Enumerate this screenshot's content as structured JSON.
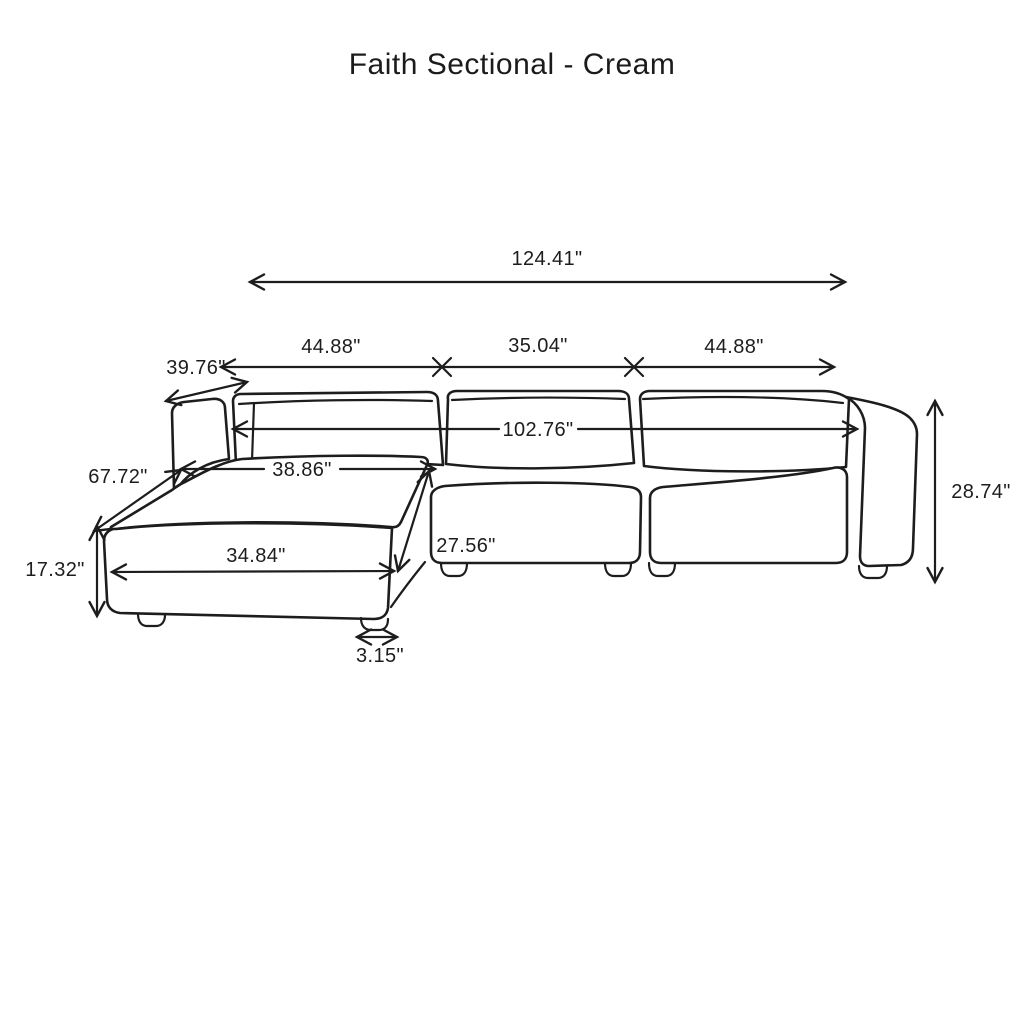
{
  "title": "Faith Sectional - Cream",
  "colors": {
    "line": "#1d1d1d",
    "background": "#ffffff"
  },
  "dimensions": {
    "overall_width": "124.41\"",
    "section_left_width": "44.88\"",
    "section_middle_width": "35.04\"",
    "section_right_width": "44.88\"",
    "arm_depth": "39.76\"",
    "interior_width": "102.76\"",
    "chaise_interior_width": "38.86\"",
    "chaise_overall_depth": "67.72\"",
    "seat_height": "17.32\"",
    "chaise_seat_width": "34.84\"",
    "chaise_side_depth": "27.56\"",
    "overall_height": "28.74\"",
    "leg_height": "3.15\""
  }
}
